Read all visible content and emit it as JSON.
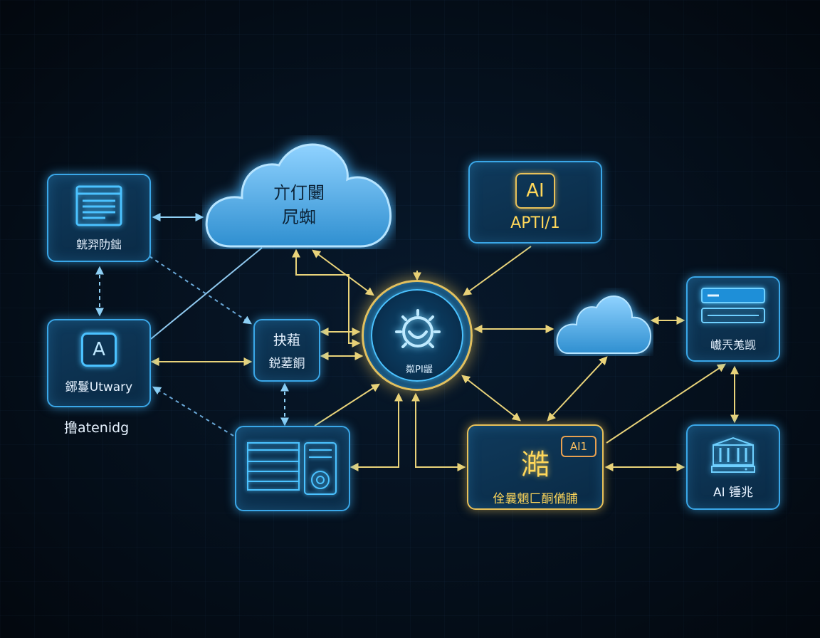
{
  "diagram": {
    "cloud_top": {
      "line1": "亣仃闄",
      "line2": "凥蜘"
    },
    "cloud_right": {},
    "hub": {
      "label": "粼PI龌"
    },
    "nodes": {
      "doc": {
        "label": "皝羿阞鈯"
      },
      "ai_left": {
        "icon_text": "A",
        "label": "鋣鬘Utwary"
      },
      "ai_left_caption": "撸atenidg",
      "middle": {
        "line1": "抉蒩",
        "line2": "鋭蒫餇"
      },
      "dashboard": {},
      "api": {
        "icon_text": "AI",
        "label": "APTI/1"
      },
      "center_bottom": {
        "big_char": "澔",
        "badge": "AI1",
        "label": "佺曩魍匚酮偤脯"
      },
      "server": {
        "label": "巇兲羗觊"
      },
      "bank": {
        "label": "AI 锤兆"
      }
    }
  },
  "colors": {
    "accent_blue": "#3aa7e8",
    "accent_gold": "#e8c15a",
    "background": "#06111f"
  }
}
